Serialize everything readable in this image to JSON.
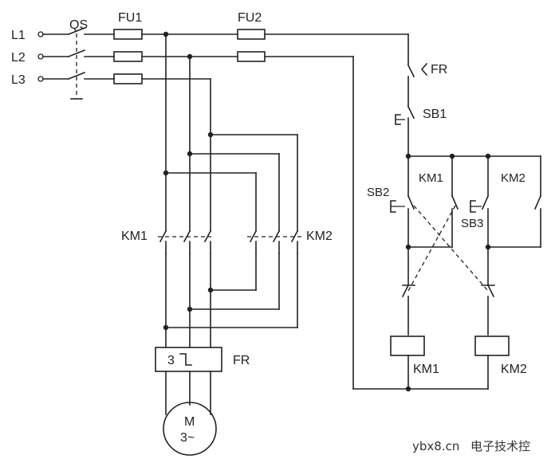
{
  "labels": {
    "L1": "L1",
    "L2": "L2",
    "L3": "L3",
    "QS": "QS",
    "FU1": "FU1",
    "FU2": "FU2",
    "FR_ctrl": "FR",
    "SB1": "SB1",
    "SB2": "SB2",
    "SB3": "SB3",
    "KM1_hold": "KM1",
    "KM2_hold": "KM2",
    "KM1_main": "KM1",
    "KM2_main": "KM2",
    "FR_block_num": "3",
    "FR_main": "FR",
    "motor_M": "M",
    "motor_phase": "3~",
    "coil_KM1": "KM1",
    "coil_KM2": "KM2"
  },
  "watermark": {
    "site": "ybx8.cn",
    "brand": "电子技术控"
  }
}
